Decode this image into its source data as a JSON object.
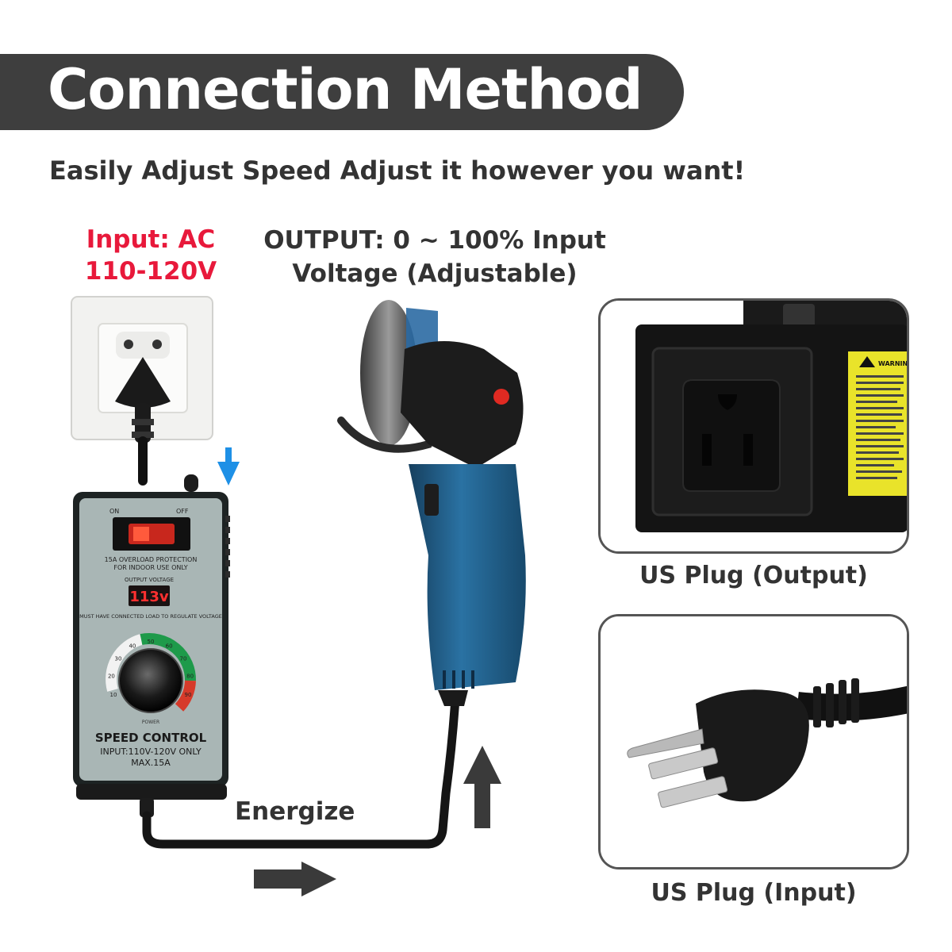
{
  "header": {
    "title": "Connection Method",
    "subtitle": "Easily Adjust Speed Adjust it however you want!"
  },
  "input_label": {
    "line1": "Input: AC",
    "line2": "110-120V"
  },
  "output_label": {
    "line1": "OUTPUT: 0 ~ 100% Input",
    "line2": "Voltage (Adjustable)"
  },
  "flow_label": "Energize",
  "captions": {
    "output_plug": "US Plug (Output)",
    "input_plug": "US Plug (Input)"
  },
  "controller": {
    "switch_on": "ON",
    "switch_off": "OFF",
    "protection_line1": "15A OVERLOAD PROTECTION",
    "protection_line2": "FOR INDOOR USE ONLY",
    "display_caption": "OUTPUT VOLTAGE",
    "display_value": "113v",
    "warning": "MUST HAVE CONNECTED LOAD TO REGULATE VOLTAGE",
    "brand": "SPEED CONTROL",
    "spec_line1": "INPUT:110V-120V ONLY",
    "spec_line2": "MAX.15A",
    "dial_marks": [
      "10",
      "20",
      "30",
      "40",
      "50",
      "60",
      "70",
      "80",
      "90"
    ],
    "power_label": "POWER"
  },
  "outlet_box": {
    "warning_heading": "WARNING"
  },
  "colors": {
    "banner": "#3e3e3e",
    "accent_red": "#e8193b",
    "indicator_blue": "#1e90e6",
    "grinder_blue": "#1f5f8b",
    "controller_face": "#a9b6b5"
  }
}
